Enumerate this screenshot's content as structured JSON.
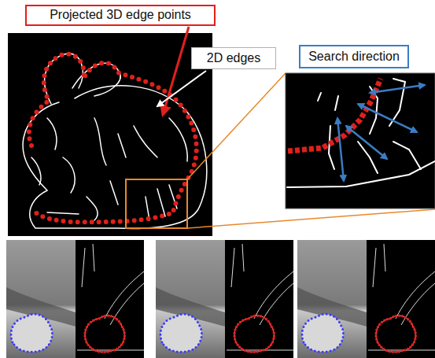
{
  "diagram": {
    "nodes": [
      {
        "text": [
          "Projected 3D edge points"
        ]
      },
      {
        "text": [
          "2D edges"
        ]
      },
      {
        "text": [
          "Search direction"
        ]
      }
    ]
  }
}
